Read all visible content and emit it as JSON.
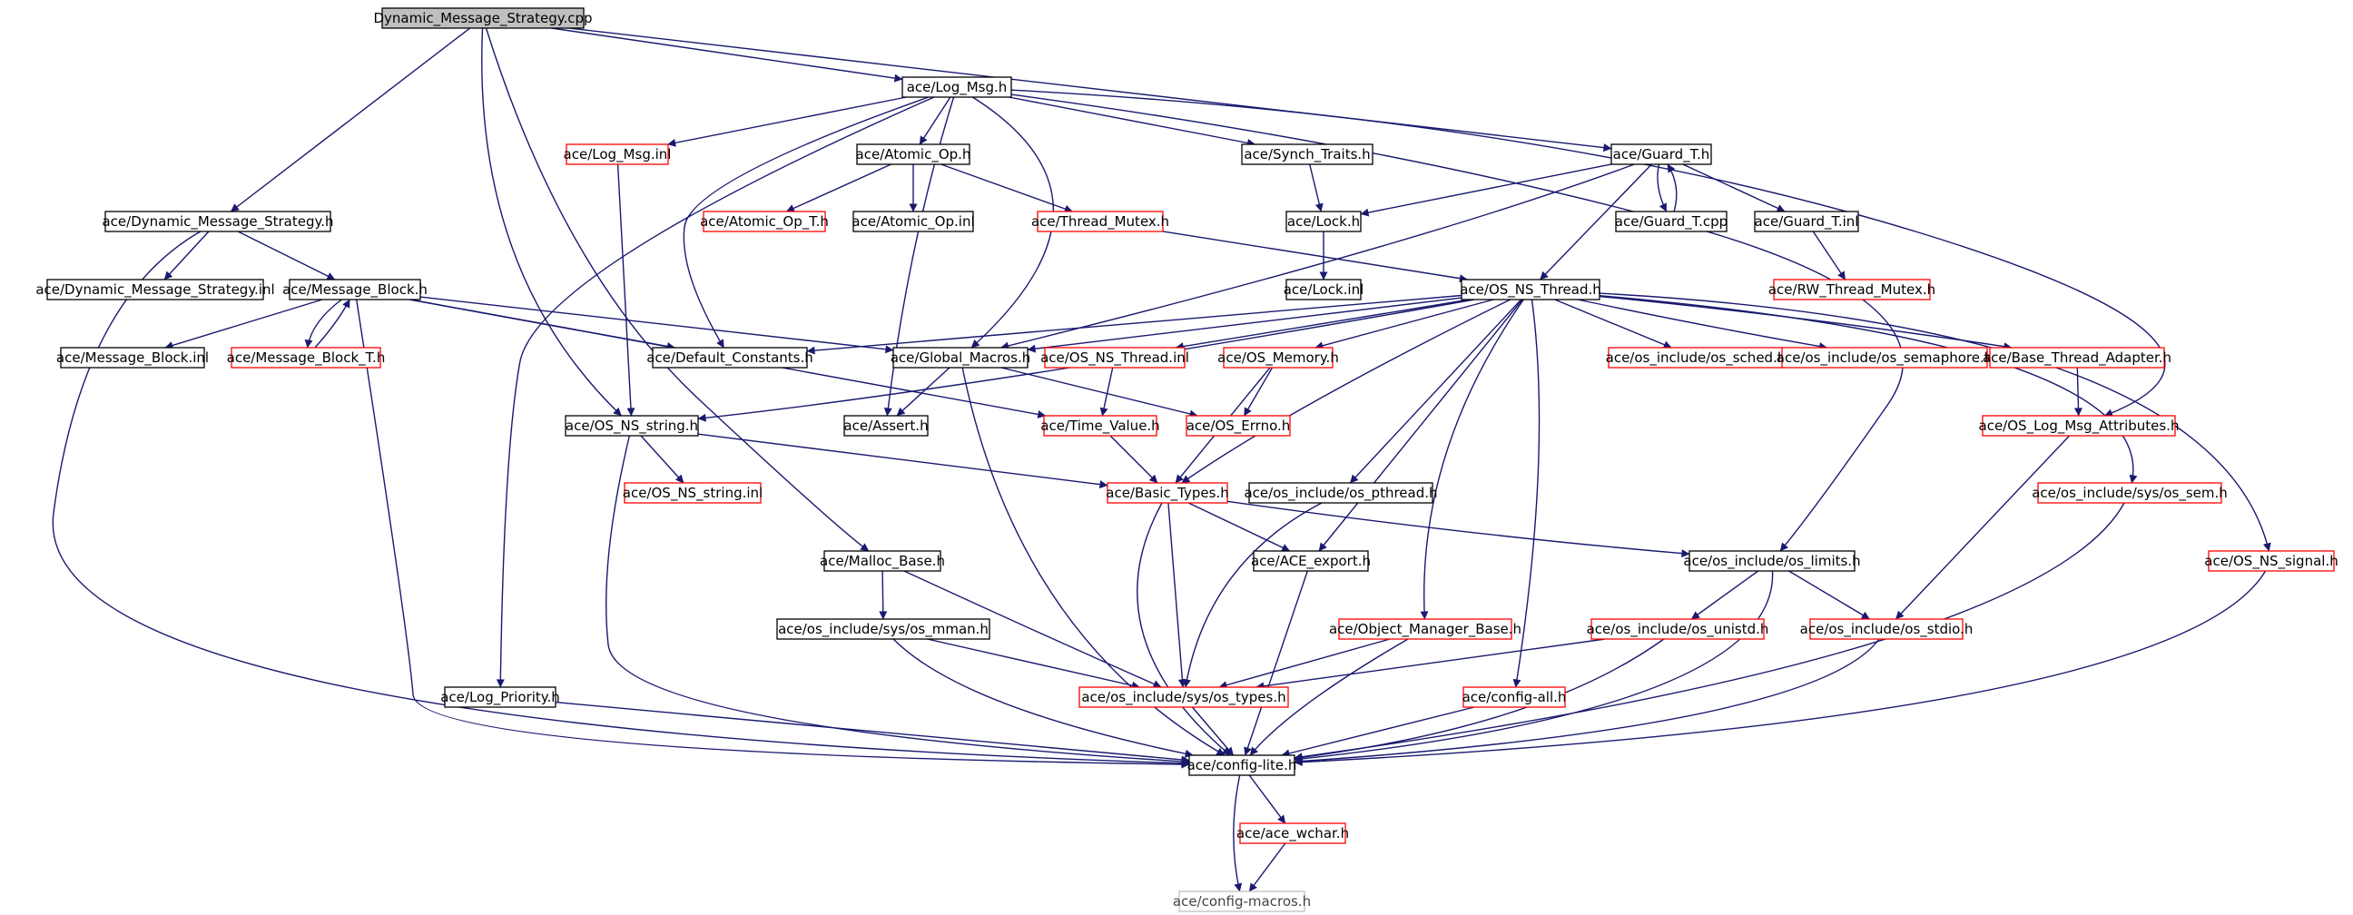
{
  "diagram": {
    "root": "root",
    "nodes": [
      {
        "id": "root",
        "label": "Dynamic_Message_Strategy.cpp",
        "style": "root"
      },
      {
        "id": "log_msg_h",
        "label": "ace/Log_Msg.h",
        "style": "black"
      },
      {
        "id": "log_msg_inl",
        "label": "ace/Log_Msg.inl",
        "style": "red"
      },
      {
        "id": "atomic_op_h",
        "label": "ace/Atomic_Op.h",
        "style": "black"
      },
      {
        "id": "synch_traits_h",
        "label": "ace/Synch_Traits.h",
        "style": "black"
      },
      {
        "id": "guard_t_h",
        "label": "ace/Guard_T.h",
        "style": "black"
      },
      {
        "id": "dms_h",
        "label": "ace/Dynamic_Message_Strategy.h",
        "style": "black"
      },
      {
        "id": "atomic_op_t_h",
        "label": "ace/Atomic_Op_T.h",
        "style": "red"
      },
      {
        "id": "atomic_op_inl",
        "label": "ace/Atomic_Op.inl",
        "style": "black"
      },
      {
        "id": "thread_mutex_h",
        "label": "ace/Thread_Mutex.h",
        "style": "red"
      },
      {
        "id": "lock_h",
        "label": "ace/Lock.h",
        "style": "black"
      },
      {
        "id": "guard_t_cpp",
        "label": "ace/Guard_T.cpp",
        "style": "black"
      },
      {
        "id": "guard_t_inl",
        "label": "ace/Guard_T.inl",
        "style": "black"
      },
      {
        "id": "dms_inl",
        "label": "ace/Dynamic_Message_Strategy.inl",
        "style": "black"
      },
      {
        "id": "message_block_h",
        "label": "ace/Message_Block.h",
        "style": "black"
      },
      {
        "id": "lock_inl",
        "label": "ace/Lock.inl",
        "style": "black"
      },
      {
        "id": "os_ns_thread_h",
        "label": "ace/OS_NS_Thread.h",
        "style": "black"
      },
      {
        "id": "rw_thread_mutex_h",
        "label": "ace/RW_Thread_Mutex.h",
        "style": "red"
      },
      {
        "id": "message_block_inl",
        "label": "ace/Message_Block.inl",
        "style": "black"
      },
      {
        "id": "message_block_t_h",
        "label": "ace/Message_Block_T.h",
        "style": "red"
      },
      {
        "id": "default_constants_h",
        "label": "ace/Default_Constants.h",
        "style": "black"
      },
      {
        "id": "global_macros_h",
        "label": "ace/Global_Macros.h",
        "style": "black"
      },
      {
        "id": "os_ns_thread_inl",
        "label": "ace/OS_NS_Thread.inl",
        "style": "red"
      },
      {
        "id": "os_memory_h",
        "label": "ace/OS_Memory.h",
        "style": "red"
      },
      {
        "id": "os_sched_h",
        "label": "ace/os_include/os_sched.h",
        "style": "red"
      },
      {
        "id": "os_semaphore_h",
        "label": "ace/os_include/os_semaphore.h",
        "style": "red"
      },
      {
        "id": "base_thread_adapter_h",
        "label": "ace/Base_Thread_Adapter.h",
        "style": "red"
      },
      {
        "id": "os_ns_string_h",
        "label": "ace/OS_NS_string.h",
        "style": "black"
      },
      {
        "id": "assert_h",
        "label": "ace/Assert.h",
        "style": "black"
      },
      {
        "id": "time_value_h",
        "label": "ace/Time_Value.h",
        "style": "red"
      },
      {
        "id": "os_errno_h",
        "label": "ace/OS_Errno.h",
        "style": "red"
      },
      {
        "id": "os_log_msg_attributes_h",
        "label": "ace/OS_Log_Msg_Attributes.h",
        "style": "red"
      },
      {
        "id": "os_ns_string_inl",
        "label": "ace/OS_NS_string.inl",
        "style": "red"
      },
      {
        "id": "basic_types_h",
        "label": "ace/Basic_Types.h",
        "style": "red"
      },
      {
        "id": "os_pthread_h",
        "label": "ace/os_include/os_pthread.h",
        "style": "black"
      },
      {
        "id": "os_sem_h",
        "label": "ace/os_include/sys/os_sem.h",
        "style": "red"
      },
      {
        "id": "malloc_base_h",
        "label": "ace/Malloc_Base.h",
        "style": "black"
      },
      {
        "id": "ace_export_h",
        "label": "ace/ACE_export.h",
        "style": "black"
      },
      {
        "id": "os_limits_h",
        "label": "ace/os_include/os_limits.h",
        "style": "black"
      },
      {
        "id": "os_ns_signal_h",
        "label": "ace/OS_NS_signal.h",
        "style": "red"
      },
      {
        "id": "os_mman_h",
        "label": "ace/os_include/sys/os_mman.h",
        "style": "black"
      },
      {
        "id": "object_manager_base_h",
        "label": "ace/Object_Manager_Base.h",
        "style": "red"
      },
      {
        "id": "os_unistd_h",
        "label": "ace/os_include/os_unistd.h",
        "style": "red"
      },
      {
        "id": "os_stdio_h",
        "label": "ace/os_include/os_stdio.h",
        "style": "red"
      },
      {
        "id": "log_priority_h",
        "label": "ace/Log_Priority.h",
        "style": "black"
      },
      {
        "id": "os_types_h",
        "label": "ace/os_include/sys/os_types.h",
        "style": "red"
      },
      {
        "id": "config_all_h",
        "label": "ace/config-all.h",
        "style": "red"
      },
      {
        "id": "config_lite_h",
        "label": "ace/config-lite.h",
        "style": "black"
      },
      {
        "id": "ace_wchar_h",
        "label": "ace/ace_wchar.h",
        "style": "red"
      },
      {
        "id": "config_macros_h",
        "label": "ace/config-macros.h",
        "style": "gray"
      }
    ],
    "edges": [
      [
        "root",
        "log_msg_h"
      ],
      [
        "root",
        "guard_t_h"
      ],
      [
        "root",
        "dms_h"
      ],
      [
        "root",
        "os_ns_string_h"
      ],
      [
        "root",
        "malloc_base_h"
      ],
      [
        "log_msg_h",
        "log_msg_inl"
      ],
      [
        "log_msg_h",
        "atomic_op_h"
      ],
      [
        "log_msg_h",
        "synch_traits_h"
      ],
      [
        "log_msg_h",
        "default_constants_h"
      ],
      [
        "log_msg_h",
        "global_macros_h"
      ],
      [
        "log_msg_h",
        "assert_h"
      ],
      [
        "log_msg_h",
        "log_priority_h"
      ],
      [
        "log_msg_h",
        "os_limits_h"
      ],
      [
        "log_msg_h",
        "os_log_msg_attributes_h"
      ],
      [
        "log_msg_inl",
        "os_ns_string_h"
      ],
      [
        "atomic_op_h",
        "atomic_op_t_h"
      ],
      [
        "atomic_op_h",
        "atomic_op_inl"
      ],
      [
        "atomic_op_h",
        "thread_mutex_h"
      ],
      [
        "synch_traits_h",
        "lock_h"
      ],
      [
        "lock_h",
        "lock_inl"
      ],
      [
        "thread_mutex_h",
        "os_ns_thread_h"
      ],
      [
        "guard_t_h",
        "lock_h"
      ],
      [
        "guard_t_h",
        "guard_t_cpp"
      ],
      [
        "guard_t_cpp",
        "guard_t_h"
      ],
      [
        "guard_t_h",
        "guard_t_inl"
      ],
      [
        "guard_t_h",
        "os_ns_thread_h"
      ],
      [
        "guard_t_h",
        "global_macros_h"
      ],
      [
        "guard_t_inl",
        "rw_thread_mutex_h"
      ],
      [
        "dms_h",
        "dms_inl"
      ],
      [
        "dms_h",
        "message_block_h"
      ],
      [
        "dms_h",
        "config_lite_h"
      ],
      [
        "message_block_h",
        "message_block_inl"
      ],
      [
        "message_block_h",
        "message_block_t_h"
      ],
      [
        "message_block_t_h",
        "message_block_h"
      ],
      [
        "message_block_h",
        "default_constants_h"
      ],
      [
        "message_block_h",
        "global_macros_h"
      ],
      [
        "message_block_h",
        "time_value_h"
      ],
      [
        "message_block_h",
        "config_lite_h"
      ],
      [
        "os_ns_thread_h",
        "default_constants_h"
      ],
      [
        "os_ns_thread_h",
        "global_macros_h"
      ],
      [
        "os_ns_thread_h",
        "os_ns_thread_inl"
      ],
      [
        "os_ns_thread_h",
        "os_memory_h"
      ],
      [
        "os_ns_thread_h",
        "os_sched_h"
      ],
      [
        "os_ns_thread_h",
        "os_semaphore_h"
      ],
      [
        "os_ns_thread_h",
        "base_thread_adapter_h"
      ],
      [
        "os_ns_thread_h",
        "basic_types_h"
      ],
      [
        "os_ns_thread_h",
        "os_pthread_h"
      ],
      [
        "os_ns_thread_h",
        "os_sem_h"
      ],
      [
        "os_ns_thread_h",
        "ace_export_h"
      ],
      [
        "os_ns_thread_h",
        "os_ns_signal_h"
      ],
      [
        "os_ns_thread_h",
        "object_manager_base_h"
      ],
      [
        "os_ns_thread_h",
        "config_all_h"
      ],
      [
        "os_ns_thread_h",
        "os_ns_string_h"
      ],
      [
        "global_macros_h",
        "assert_h"
      ],
      [
        "global_macros_h",
        "os_errno_h"
      ],
      [
        "global_macros_h",
        "config_lite_h"
      ],
      [
        "os_ns_thread_inl",
        "time_value_h"
      ],
      [
        "os_memory_h",
        "os_errno_h"
      ],
      [
        "os_memory_h",
        "basic_types_h"
      ],
      [
        "base_thread_adapter_h",
        "os_log_msg_attributes_h"
      ],
      [
        "os_ns_string_h",
        "os_ns_string_inl"
      ],
      [
        "os_ns_string_h",
        "basic_types_h"
      ],
      [
        "os_ns_string_h",
        "config_lite_h"
      ],
      [
        "time_value_h",
        "basic_types_h"
      ],
      [
        "os_log_msg_attributes_h",
        "os_stdio_h"
      ],
      [
        "basic_types_h",
        "ace_export_h"
      ],
      [
        "basic_types_h",
        "os_limits_h"
      ],
      [
        "basic_types_h",
        "os_types_h"
      ],
      [
        "basic_types_h",
        "config_lite_h"
      ],
      [
        "os_pthread_h",
        "os_types_h"
      ],
      [
        "os_sem_h",
        "config_lite_h"
      ],
      [
        "malloc_base_h",
        "os_mman_h"
      ],
      [
        "malloc_base_h",
        "os_types_h"
      ],
      [
        "ace_export_h",
        "config_lite_h"
      ],
      [
        "os_limits_h",
        "os_unistd_h"
      ],
      [
        "os_limits_h",
        "os_stdio_h"
      ],
      [
        "os_limits_h",
        "config_lite_h"
      ],
      [
        "os_ns_signal_h",
        "config_lite_h"
      ],
      [
        "os_mman_h",
        "os_types_h"
      ],
      [
        "os_mman_h",
        "config_lite_h"
      ],
      [
        "object_manager_base_h",
        "os_types_h"
      ],
      [
        "object_manager_base_h",
        "config_lite_h"
      ],
      [
        "os_unistd_h",
        "os_types_h"
      ],
      [
        "os_unistd_h",
        "config_lite_h"
      ],
      [
        "os_stdio_h",
        "config_lite_h"
      ],
      [
        "log_priority_h",
        "config_lite_h"
      ],
      [
        "os_types_h",
        "config_lite_h"
      ],
      [
        "config_all_h",
        "config_lite_h"
      ],
      [
        "config_lite_h",
        "ace_wchar_h"
      ],
      [
        "config_lite_h",
        "config_macros_h"
      ],
      [
        "ace_wchar_h",
        "config_macros_h"
      ]
    ]
  }
}
